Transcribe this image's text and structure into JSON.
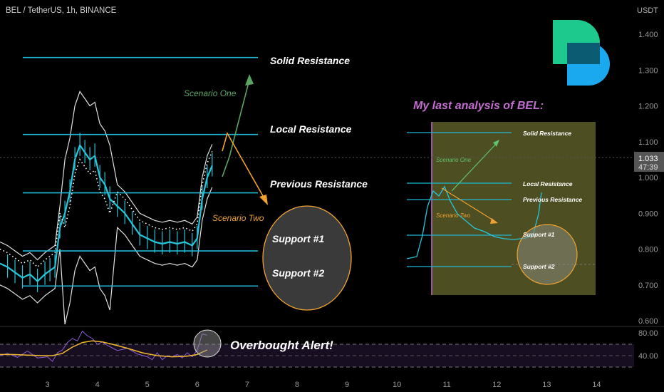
{
  "header": {
    "symbol": "BEL / TetherUS, 1h, BINANCE",
    "currency": "USDT",
    "price_tag": "1.033",
    "countdown": "47:39"
  },
  "colors": {
    "background": "#000000",
    "level_line": "#1fb8d6",
    "candle": "#26c6da",
    "bollinger": "#e0e0e0",
    "annotation_text": "#ffffff",
    "scenario_one": "#5aa564",
    "scenario_two": "#f0a230",
    "inset_title": "#c36dd1",
    "inset_panel": "#5a5c28",
    "rsi_line": "#8c5bd4",
    "rsi_ma": "#f2b82e",
    "axis_text": "#9a9a9a",
    "logo_green": "#1ec98e",
    "logo_blue": "#1aa8ee"
  },
  "annotations": {
    "solid_resistance": "Solid Resistance",
    "local_resistance": "Local Resistance",
    "previous_resistance": "Previous Resistance",
    "support_1": "Support #1",
    "support_2": "Support #2",
    "scenario_one": "Scenario One",
    "scenario_two": "Scenario Two",
    "overbought": "Overbought Alert!"
  },
  "inset": {
    "title": "My last analysis of BEL:",
    "solid_resistance": "Solid Resistance",
    "local_resistance": "Local Resistance",
    "previous_resistance": "Previous Resistance",
    "support_1": "Support #1",
    "support_2": "Support #2",
    "scenario_one": "Scenario One",
    "scenario_two": "Scenario Two"
  },
  "chart_data": [
    {
      "type": "line",
      "title": "BEL / TetherUS, 1h, BINANCE",
      "ylabel": "USDT",
      "y_ticks": [
        0.6,
        0.7,
        0.8,
        0.9,
        1.0,
        1.1,
        1.2,
        1.3,
        1.4
      ],
      "y_tick_labels": [
        "0.600",
        "0.700",
        "0.800",
        "0.900",
        "1.000",
        "1.100",
        "1.200",
        "1.300",
        "1.400"
      ],
      "x_ticks": [
        3,
        4,
        5,
        6,
        7,
        8,
        9,
        10,
        11,
        12,
        13,
        14
      ],
      "x_tick_labels": [
        "3",
        "4",
        "5",
        "6",
        "7",
        "8",
        "9",
        "10",
        "11",
        "12",
        "13",
        "14"
      ],
      "x_range": [
        2.05,
        14.75
      ],
      "ylim": [
        0.545,
        1.48
      ],
      "last_price": 1.033,
      "levels": [
        {
          "name": "Solid Resistance",
          "price": 1.335
        },
        {
          "name": "Local Resistance",
          "price": 1.12
        },
        {
          "name": "Previous Resistance",
          "price": 0.957
        },
        {
          "name": "Support #1",
          "price": 0.795
        },
        {
          "name": "Support #2",
          "price": 0.697
        }
      ],
      "series": [
        {
          "x": [
            2.05,
            2.2,
            2.35,
            2.5,
            2.65,
            2.8,
            2.95,
            3.05,
            3.15,
            3.25,
            3.35,
            3.45,
            3.55,
            3.65,
            3.75,
            3.85,
            3.95,
            4.05,
            4.15,
            4.25,
            4.4,
            4.55,
            4.7,
            4.85,
            5.0,
            5.15,
            5.3,
            5.45,
            5.6,
            5.75,
            5.9,
            6.0,
            6.1,
            6.2,
            6.3
          ],
          "values": [
            0.76,
            0.75,
            0.735,
            0.72,
            0.73,
            0.71,
            0.73,
            0.74,
            0.75,
            0.86,
            0.9,
            0.96,
            1.05,
            1.09,
            1.07,
            1.05,
            1.06,
            1.0,
            0.98,
            0.94,
            0.92,
            0.9,
            0.87,
            0.84,
            0.83,
            0.82,
            0.815,
            0.82,
            0.815,
            0.82,
            0.81,
            0.83,
            0.94,
            1.0,
            1.033
          ]
        }
      ]
    },
    {
      "type": "line",
      "title": "",
      "y_ticks": [
        40,
        80
      ],
      "y_tick_labels": [
        "40.00",
        "80.00"
      ],
      "ylim": [
        20,
        100
      ],
      "series": [
        {
          "x": [
            2.05,
            2.2,
            2.4,
            2.6,
            2.8,
            3.0,
            3.1,
            3.2,
            3.3,
            3.4,
            3.5,
            3.6,
            3.7,
            3.8,
            3.9,
            4.0,
            4.1,
            4.2,
            4.4,
            4.6,
            4.8,
            5.0,
            5.1,
            5.2,
            5.3,
            5.4,
            5.5,
            5.6,
            5.7,
            5.8,
            5.9,
            6.0,
            6.1,
            6.2
          ],
          "values": [
            40,
            44,
            37,
            48,
            36,
            38,
            30,
            45,
            50,
            63,
            70,
            66,
            83,
            75,
            70,
            60,
            64,
            58,
            49,
            53,
            43,
            38,
            33,
            45,
            33,
            40,
            38,
            42,
            36,
            45,
            38,
            50,
            78,
            76
          ]
        },
        {
          "x": [
            2.05,
            2.3,
            2.6,
            2.9,
            3.1,
            3.3,
            3.5,
            3.7,
            3.9,
            4.1,
            4.3,
            4.6,
            4.9,
            5.2,
            5.5,
            5.8,
            6.0,
            6.2
          ],
          "values": [
            42,
            42,
            41,
            40,
            40,
            44,
            55,
            63,
            66,
            64,
            60,
            53,
            45,
            40,
            38,
            39,
            42,
            50
          ]
        }
      ]
    }
  ]
}
